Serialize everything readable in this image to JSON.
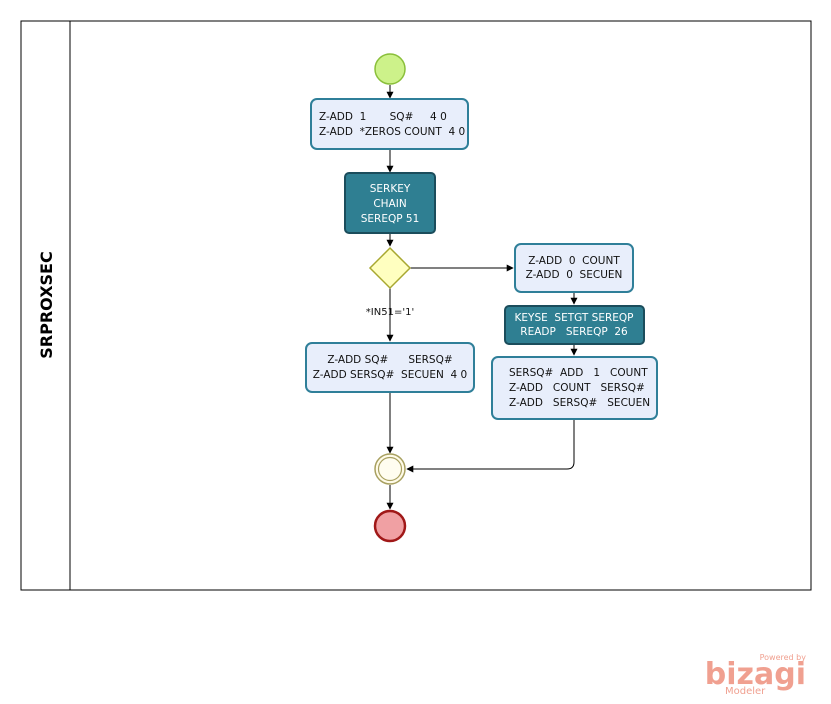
{
  "pool": {
    "title": "SRPROXSEC"
  },
  "tasks": {
    "init": {
      "lines": [
        "Z-ADD  1       SQ#     4 0",
        "Z-ADD  *ZEROS COUNT  4 0"
      ]
    },
    "chain": {
      "lines": [
        "SERKEY",
        "CHAIN",
        "SEREQP 51"
      ]
    },
    "reset": {
      "lines": [
        "Z-ADD  0  COUNT",
        "Z-ADD  0  SECUEN"
      ]
    },
    "setgt": {
      "lines": [
        "KEYSE  SETGT SEREQP",
        "READP   SEREQP  26"
      ]
    },
    "copy_left": {
      "lines": [
        "Z-ADD SQ#      SERSQ#",
        "Z-ADD SERSQ#  SECUEN  4 0"
      ]
    },
    "copy_right": {
      "lines": [
        "SERSQ#  ADD   1   COUNT",
        "Z-ADD   COUNT   SERSQ#",
        "Z-ADD   SERSQ#   SECUEN"
      ]
    }
  },
  "gateway": {
    "condition_label": "*IN51='1'"
  },
  "colors": {
    "task_fill": "#e8eefb",
    "task_stroke": "#2f7f99",
    "dark_task_fill": "#2f7f92",
    "start_fill": "#cdf28a",
    "end_fill": "#f0a0a3",
    "gateway_fill": "#ffffc0"
  },
  "watermark": {
    "powered_by": "Powered by",
    "brand": "bizagi",
    "product": "Modeler"
  }
}
